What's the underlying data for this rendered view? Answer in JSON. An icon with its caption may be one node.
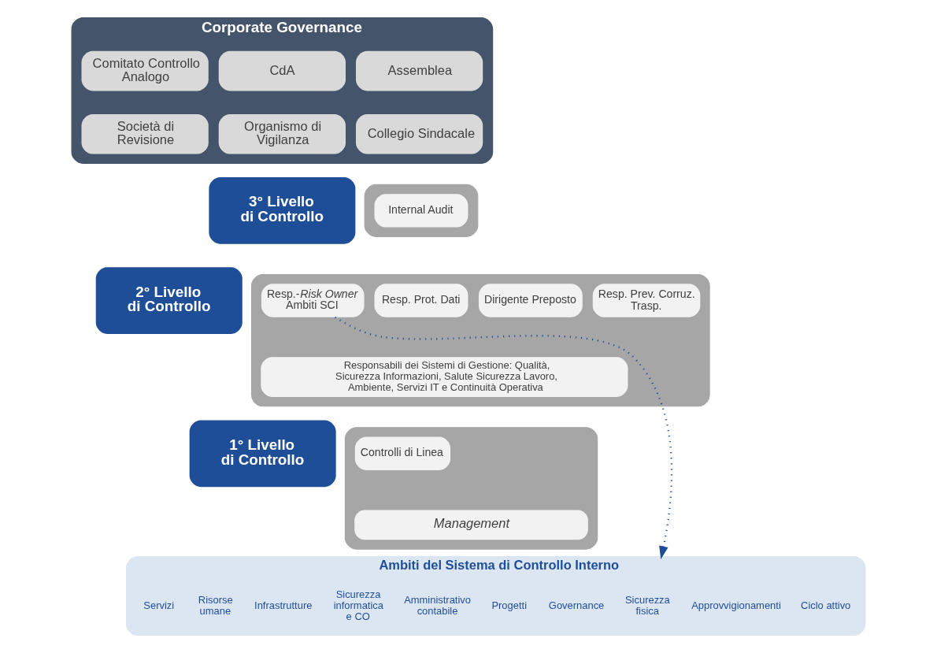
{
  "diagram": {
    "nodes": [
      {
        "text": [
          "Corporate Governance"
        ]
      },
      {
        "text": [
          "Assemblea"
        ],
        "in": 0
      },
      {
        "text": [
          "CdA"
        ],
        "in": 0
      },
      {
        "text": [
          "Comitato Controllo Analogo"
        ],
        "in": 0
      },
      {
        "text": [
          "Collegio Sindacale"
        ],
        "in": 0
      },
      {
        "text": [
          "Organismo di Vigilanza"
        ],
        "in": 0
      },
      {
        "text": [
          "Società di Revisione"
        ],
        "in": 0
      },
      {
        "text": [
          "3° Livello di Controllo"
        ]
      },
      {
        "text": [],
        "shape": "box"
      },
      {
        "text": [
          "Internal Audit"
        ],
        "in": 8
      },
      {
        "text": [
          "2° Livello di Controllo"
        ]
      },
      {
        "text": [],
        "shape": "box"
      },
      {
        "text": [
          "Resp. Prev. Corruz. Trasp."
        ],
        "in": 11
      },
      {
        "text": [
          "Dirigente Preposto"
        ],
        "in": 11
      },
      {
        "text": [
          "Resp. Prot. Dati"
        ],
        "in": 11
      },
      {
        "text": [
          "Resp.-*Risk Owner* Ambiti SCI"
        ],
        "in": 11
      },
      {
        "text": [
          "Responsabili dei Sistemi di Gestione: Qualità, Sicurezza Informazioni, Salute Sicurezza Lavoro, Ambiente, Servizi IT e Continuità Operativa"
        ],
        "in": 11
      },
      {
        "text": [
          "1° Livello di Controllo"
        ]
      },
      {
        "text": [],
        "shape": "box"
      },
      {
        "text": [
          "Controlli di Linea"
        ],
        "in": 18
      },
      {
        "text": [
          "Management"
        ],
        "in": 18
      },
      {
        "text": [
          "Ambiti del Sistema di Controllo Interno"
        ]
      },
      {
        "text": [
          "Servizi"
        ],
        "in": 21
      },
      {
        "text": [
          "Risorse umane"
        ],
        "in": 21
      },
      {
        "text": [
          "Infrastrutture"
        ],
        "in": 21
      },
      {
        "text": [
          "Sicurezza informatica e CO"
        ],
        "in": 21
      },
      {
        "text": [
          "Amministrativo contabile"
        ],
        "in": 21
      },
      {
        "text": [
          "Progetti"
        ],
        "in": 21
      },
      {
        "text": [
          "Governance"
        ],
        "in": 21
      },
      {
        "text": [
          "Sicurezza fisica"
        ],
        "in": 21
      },
      {
        "text": [
          "Approvvigionamenti"
        ],
        "in": 21
      },
      {
        "text": [
          "Ciclo attivo"
        ],
        "in": 21
      }
    ],
    "edges": [
      {
        "from": 15,
        "to": 21,
        "arrow": "to",
        "style": "dashed",
        "color": "#1f4e99"
      }
    ]
  }
}
